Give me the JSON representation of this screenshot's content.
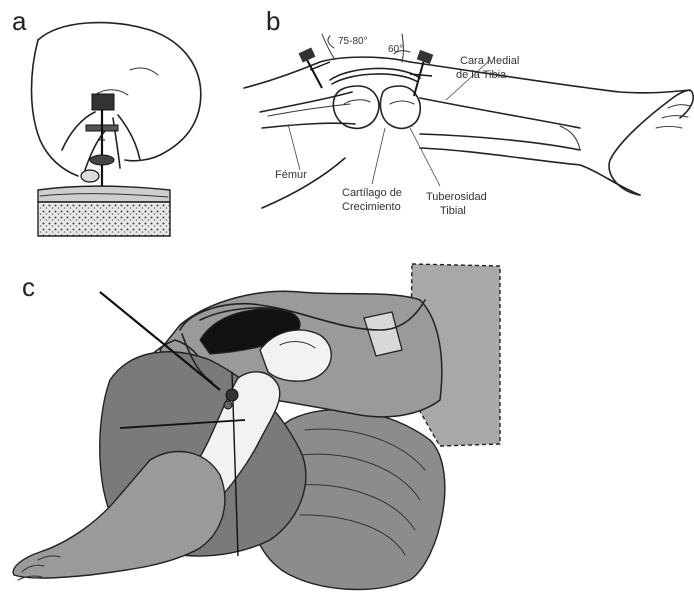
{
  "panels": {
    "a": {
      "letter": "a"
    },
    "b": {
      "letter": "b",
      "angle_left": "75-80°",
      "angle_right": "60°",
      "labels": {
        "cara_medial_line1": "Cara Medial",
        "cara_medial_line2": "de la Tibia",
        "femur": "Fémur",
        "cartilago_line1": "Cartílago de",
        "cartilago_line2": "Crecimiento",
        "tuberosidad_line1": "Tuberosidad",
        "tuberosidad_line2": "Tibial"
      }
    },
    "c": {
      "letter": "c"
    }
  },
  "colors": {
    "ink": "#222222",
    "skin_gray": "#9a9a9a",
    "dark_gray": "#6e6e6e",
    "light_gray": "#c8c8c8",
    "bone_white": "#f2f2f2",
    "black_fill": "#111111",
    "stipple": "#555555"
  }
}
